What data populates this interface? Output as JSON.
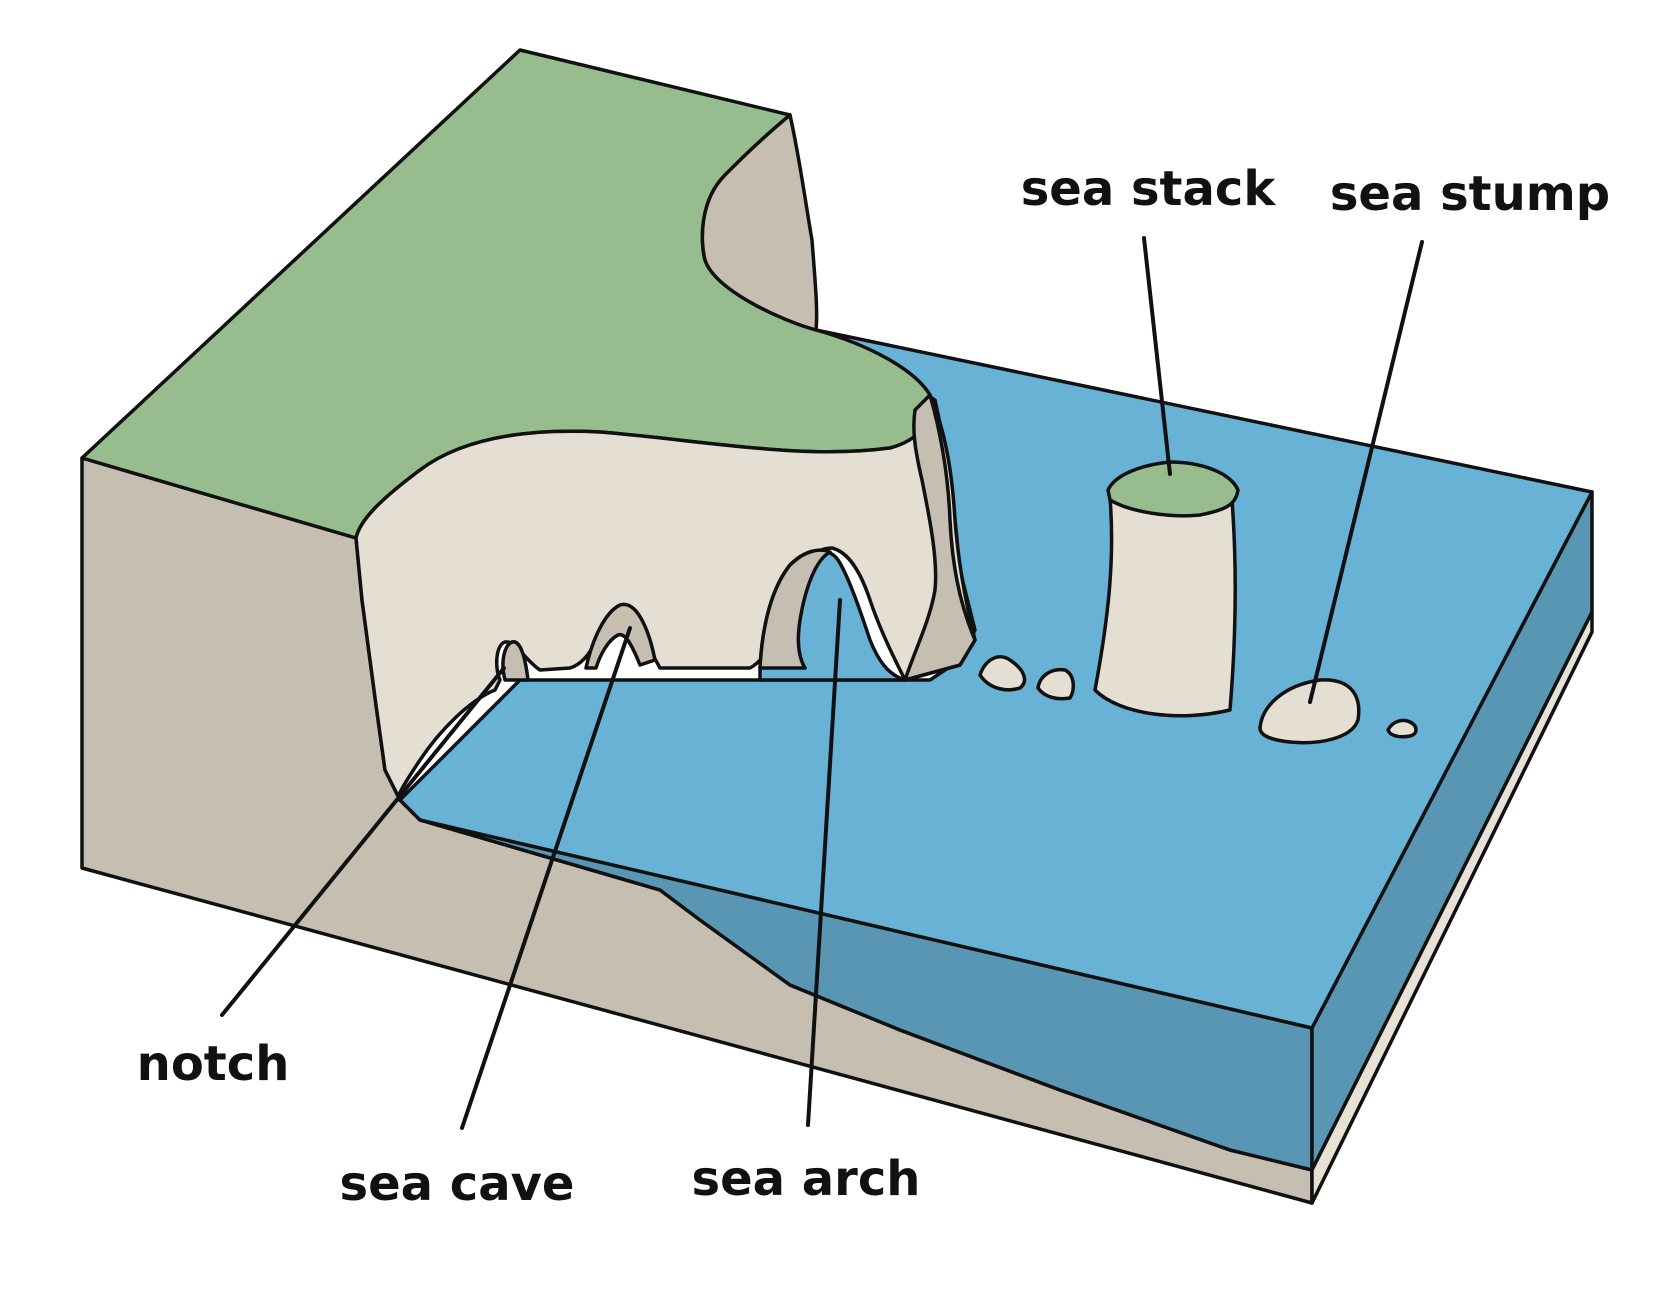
{
  "labels": {
    "notch": "notch",
    "sea_cave": "sea cave",
    "sea_arch": "sea arch",
    "sea_stack": "sea stack",
    "sea_stump": "sea stump"
  },
  "colors": {
    "grass": "#97bd8f",
    "cliff_side": "#c5beb1",
    "cliff_face": "#e5ded2",
    "water_top": "#68b2d5",
    "water_side": "#5896b4",
    "base_strip": "#e8e1d6",
    "outline": "#111111"
  }
}
